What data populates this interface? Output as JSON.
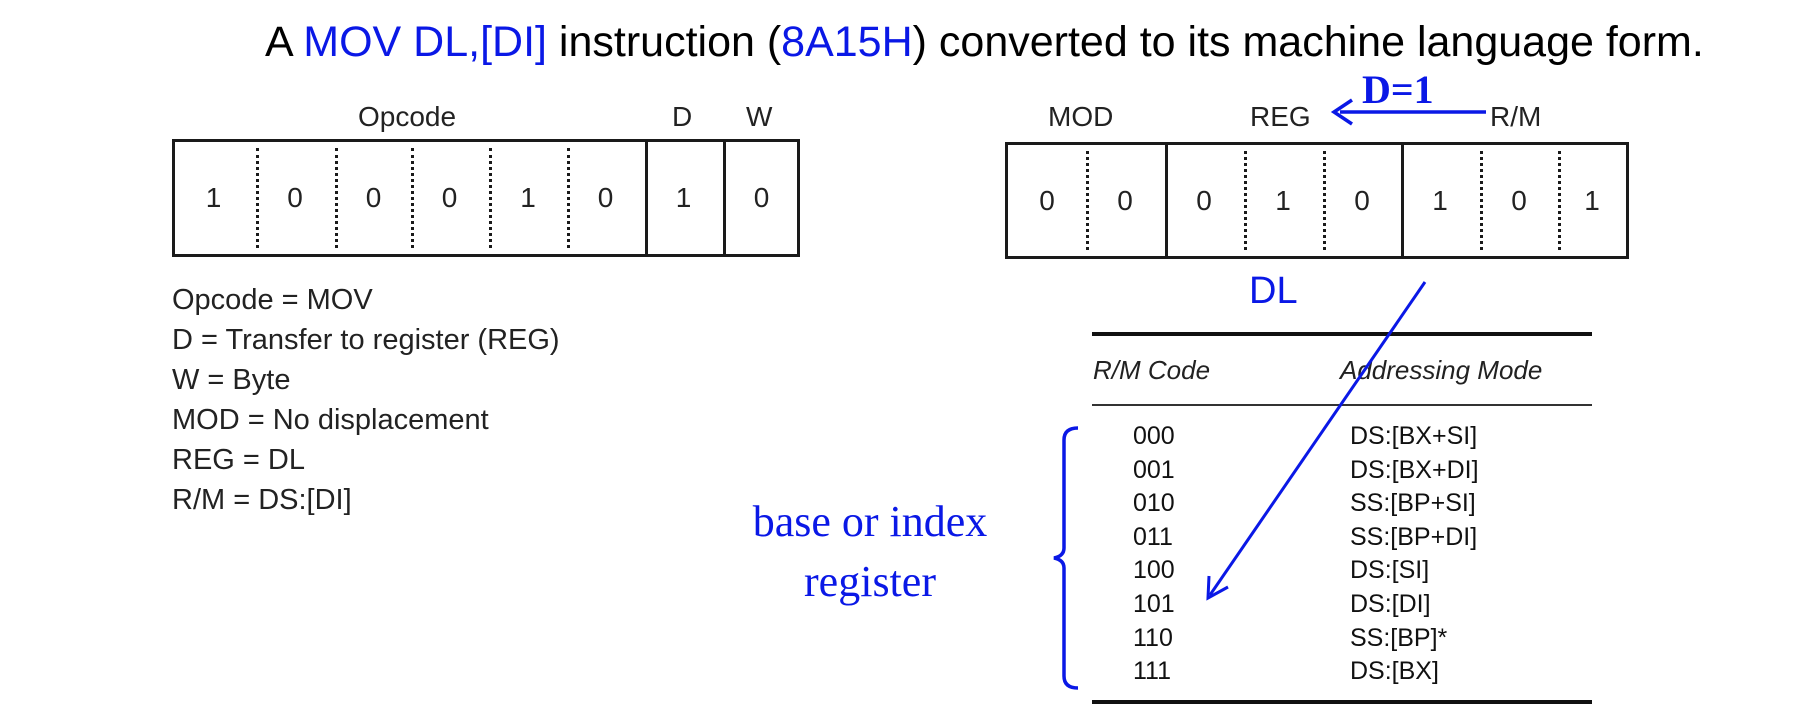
{
  "title": {
    "prefix": "A ",
    "instruction": "MOV DL,[DI]",
    "middle": " instruction (",
    "hex": "8A15H",
    "suffix": ") converted to its machine language form."
  },
  "byte1": {
    "headers": {
      "opcode": "Opcode",
      "d": "D",
      "w": "W"
    },
    "bits": [
      "1",
      "0",
      "0",
      "0",
      "1",
      "0",
      "1",
      "0"
    ]
  },
  "byte2": {
    "headers": {
      "mod": "MOD",
      "reg": "REG",
      "rm": "R/M"
    },
    "bits": [
      "0",
      "0",
      "0",
      "1",
      "0",
      "1",
      "0",
      "1"
    ]
  },
  "annotations": {
    "d_equals": "D=1",
    "dl": "DL",
    "bracket_line1": "base or index",
    "bracket_line2": "register"
  },
  "decode": [
    "Opcode = MOV",
    "D = Transfer to register (REG)",
    "W = Byte",
    "MOD = No displacement",
    "REG = DL",
    "R/M = DS:[DI]"
  ],
  "rm_table": {
    "headers": [
      "R/M Code",
      "Addressing Mode"
    ],
    "rows": [
      {
        "code": "000",
        "mode": "DS:[BX+SI]"
      },
      {
        "code": "001",
        "mode": "DS:[BX+DI]"
      },
      {
        "code": "010",
        "mode": "SS:[BP+SI]"
      },
      {
        "code": "011",
        "mode": "SS:[BP+DI]"
      },
      {
        "code": "100",
        "mode": "DS:[SI]"
      },
      {
        "code": "101",
        "mode": "DS:[DI]"
      },
      {
        "code": "110",
        "mode": "SS:[BP]*"
      },
      {
        "code": "111",
        "mode": "DS:[BX]"
      }
    ]
  },
  "colors": {
    "accent": "#0a18e6",
    "ink": "#1a1a1a"
  }
}
